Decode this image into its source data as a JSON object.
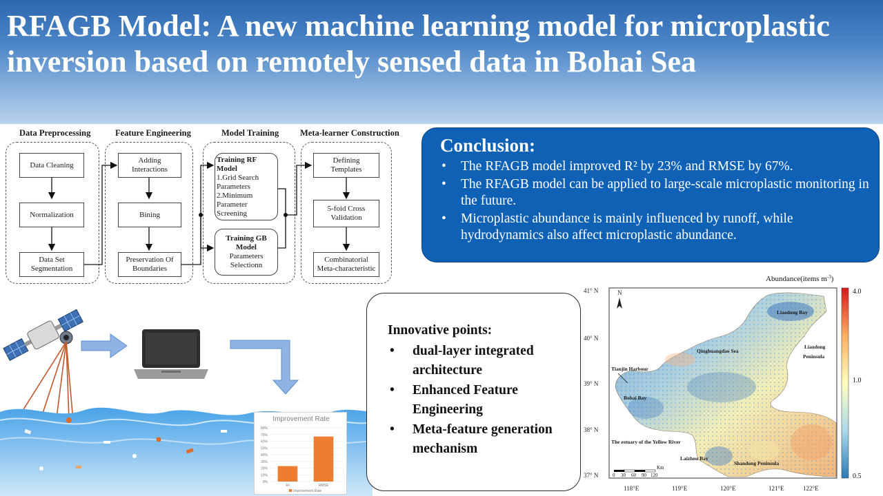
{
  "title": "RFAGB Model: A new machine learning model for microplastic inversion based on remotely sensed data in Bohai Sea",
  "flowchart": {
    "stages": [
      {
        "title": "Data Preprocessing",
        "nodes": [
          "Data Cleaning",
          "Normalization",
          "Data Set Segmentation"
        ]
      },
      {
        "title": "Feature Engineering",
        "nodes": [
          "Adding Interactions",
          "Bining",
          "Preservation Of Boundaries"
        ]
      },
      {
        "title": "Model Training",
        "nodes": [
          {
            "title": "Training RF Model",
            "lines": [
              "1.Grid Search",
              "Parameters",
              "2.Minimum Parameter",
              "Screening"
            ]
          },
          {
            "title": "Training GB Model",
            "lines": [
              "Parameters Selectionn"
            ]
          }
        ]
      },
      {
        "title": "Meta-learner Construction",
        "nodes": [
          "Defining Templates",
          "5-foid Cross Validation",
          "Combinatorial Meta-characteristic"
        ]
      }
    ]
  },
  "conclusion": {
    "title": "Conclusion:",
    "items": [
      "The RFAGB model improved R² by 23% and RMSE by 67%.",
      "The RFAGB model can be applied to large-scale microplastic monitoring in the future.",
      "Microplastic abundance is mainly influenced by runoff, while hydrodynamics also affect microplastic abundance."
    ]
  },
  "innovative": {
    "title": "Innovative points:",
    "items": [
      "dual-layer integrated architecture",
      "Enhanced Feature Engineering",
      " Meta-feature generation mechanism"
    ]
  },
  "chart_data": {
    "type": "bar",
    "title": "Improvement Rate",
    "categories": [
      "R²",
      "RMSE"
    ],
    "values": [
      23,
      67
    ],
    "yticks": [
      "0%",
      "10%",
      "20%",
      "30%",
      "40%",
      "50%",
      "60%",
      "70%",
      "80%"
    ],
    "ylim": [
      0,
      80
    ],
    "legend": "Improvement Rate",
    "bar_color": "#ed7d31"
  },
  "map": {
    "colorbar_title": "Abundance(items m",
    "colorbar_title_sup": "-3",
    "colorbar_title_end": ")",
    "colorbar_ticks": [
      "4.0",
      "1.0",
      "0.5"
    ],
    "lat_labels": [
      "41° N",
      "40° N",
      "39° N",
      "38° N",
      "37° N"
    ],
    "lon_labels": [
      "118°E",
      "119°E",
      "120°E",
      "121°E",
      "122°E"
    ],
    "north": "N",
    "scale_unit": "Km",
    "scale_ticks": [
      "0",
      "30",
      "60",
      "90",
      "120"
    ],
    "places": {
      "liaodong_bay": "Liaodong Bay",
      "qinhuangdao_sea": "Qinghuangdao Sea",
      "liaodong_peninsula_1": "Liaodong",
      "liaodong_peninsula_2": "Peninsula",
      "tianjin_harbour": "Tianjin Harbour",
      "bohai_bay": "Bohai Bay",
      "yellow_river": "The estuary of the Yellow River",
      "laizhou_bay": "Laizhou Bay",
      "shandong_peninsula": "Shandong Peninsula"
    },
    "colors": {
      "high": "#d7191c",
      "mid": "#ffffbf",
      "low": "#2c7bb6"
    }
  }
}
